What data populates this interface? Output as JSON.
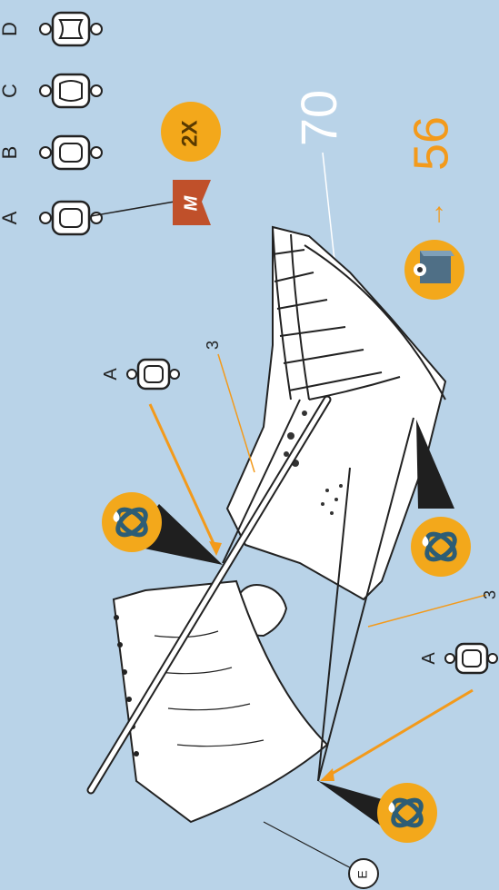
{
  "page": {
    "background": "#b9d3e8"
  },
  "deadeyes": {
    "variants": [
      {
        "letter": "A"
      },
      {
        "letter": "B"
      },
      {
        "letter": "C"
      },
      {
        "letter": "D"
      }
    ],
    "callout_letter": "A"
  },
  "paint": {
    "letter": "M",
    "color": "#c0502a"
  },
  "multiplier": {
    "label": "2X",
    "color": "#f3a81b"
  },
  "part_number": "70",
  "rope_label": "3",
  "next_step": {
    "arrow_glyph": "→",
    "step": "56",
    "color": "#f39a1b"
  },
  "sail_marker": {
    "letter": "E"
  },
  "colors": {
    "accent": "#f39a1b",
    "outline": "#222222",
    "sail": "#ffffff"
  }
}
